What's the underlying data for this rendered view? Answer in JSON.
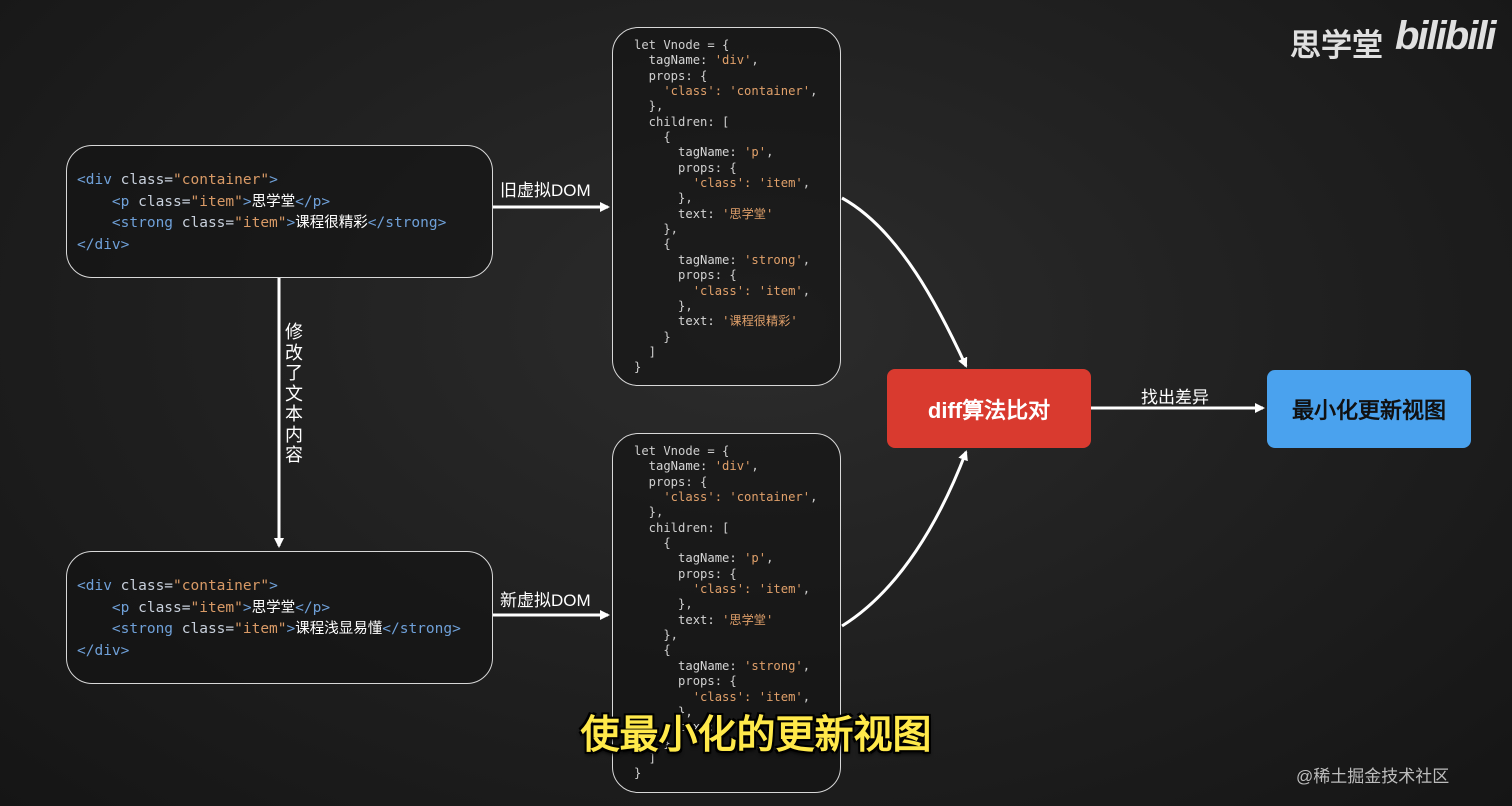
{
  "brand": {
    "channel": "思学堂",
    "platform": "bilibili",
    "watermark": "@稀土掘金技术社区"
  },
  "labels": {
    "old_vdom": "旧虚拟DOM",
    "new_vdom": "新虚拟DOM",
    "modify": "修改了文本内容",
    "diff_result": "找出差异"
  },
  "nodes": {
    "diff": "diff算法比对",
    "result": "最小化更新视图"
  },
  "subtitle": "使最小化的更新视图",
  "html_old": {
    "l1_open": "<div",
    "l1_attr": " class=",
    "l1_val": "\"container\"",
    "l1_close": ">",
    "l2_open": "<p",
    "l2_attr": " class=",
    "l2_val": "\"item\"",
    "l2_gt": ">",
    "l2_text": "思学堂",
    "l2_end": "</p>",
    "l3_open": "<strong",
    "l3_attr": " class=",
    "l3_val": "\"item\"",
    "l3_gt": ">",
    "l3_text": "课程很精彩",
    "l3_end": "</strong>",
    "l4": "</div>"
  },
  "html_new": {
    "l1_open": "<div",
    "l1_attr": " class=",
    "l1_val": "\"container\"",
    "l1_close": ">",
    "l2_open": "<p",
    "l2_attr": " class=",
    "l2_val": "\"item\"",
    "l2_gt": ">",
    "l2_text": "思学堂",
    "l2_end": "</p>",
    "l3_open": "<strong",
    "l3_attr": " class=",
    "l3_val": "\"item\"",
    "l3_gt": ">",
    "l3_text": "课程浅显易懂",
    "l3_end": "</strong>",
    "l4": "</div>"
  },
  "vnode_old": {
    "l01": "let Vnode = {",
    "l02_k": "  tagName: ",
    "l02_v": "'div'",
    "l02_e": ",",
    "l03": "  props: {",
    "l04_v": "    'class': 'container'",
    "l04_e": ",",
    "l05": "  },",
    "l06": "  children: [",
    "l07": "    {",
    "l08_k": "      tagName: ",
    "l08_v": "'p'",
    "l08_e": ",",
    "l09": "      props: {",
    "l10_v": "        'class': 'item'",
    "l10_e": ",",
    "l11": "      },",
    "l12_k": "      text: ",
    "l12_v": "'思学堂'",
    "l13": "    },",
    "l14": "    {",
    "l15_k": "      tagName: ",
    "l15_v": "'strong'",
    "l15_e": ",",
    "l16": "      props: {",
    "l17_v": "        'class': 'item'",
    "l17_e": ",",
    "l18": "      },",
    "l19_k": "      text: ",
    "l19_v": "'课程很精彩'",
    "l20": "    }",
    "l21": "  ]",
    "l22": "}"
  },
  "vnode_new": {
    "l01": "let Vnode = {",
    "l02_k": "  tagName: ",
    "l02_v": "'div'",
    "l02_e": ",",
    "l03": "  props: {",
    "l04_v": "    'class': 'container'",
    "l04_e": ",",
    "l05": "  },",
    "l06": "  children: [",
    "l07": "    {",
    "l08_k": "      tagName: ",
    "l08_v": "'p'",
    "l08_e": ",",
    "l09": "      props: {",
    "l10_v": "        'class': 'item'",
    "l10_e": ",",
    "l11": "      },",
    "l12_k": "      text: ",
    "l12_v": "'思学堂'",
    "l13": "    },",
    "l14": "    {",
    "l15_k": "      tagName: ",
    "l15_v": "'strong'",
    "l15_e": ",",
    "l16": "      props: {",
    "l17_v": "        'class': 'item'",
    "l17_e": ",",
    "l18": "      },",
    "l19_k": "      text: ",
    "l19_v": "",
    "l20": "    }",
    "l21": "  ]",
    "l22": "}"
  }
}
